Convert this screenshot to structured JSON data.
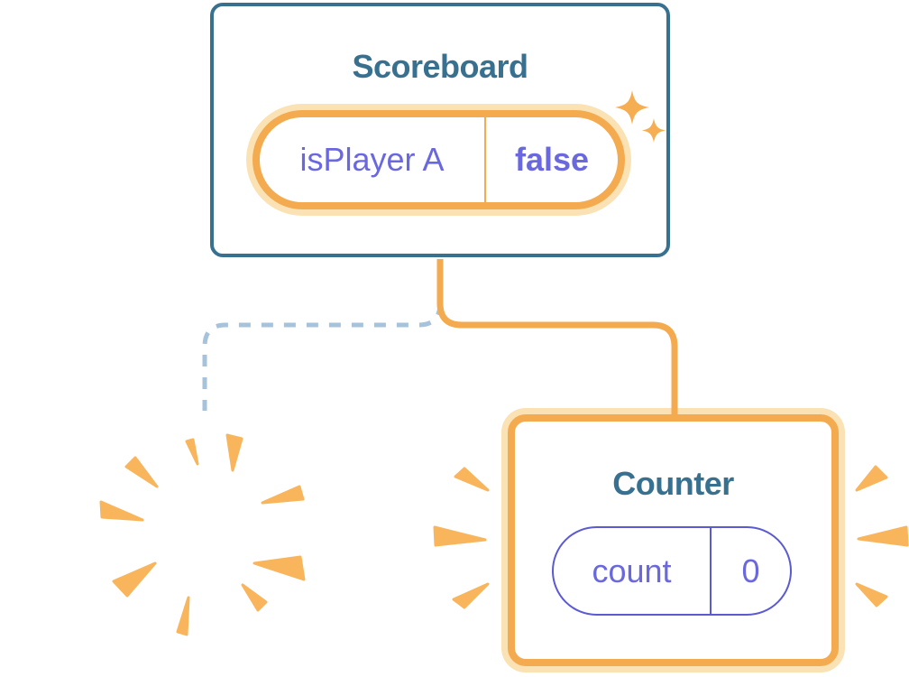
{
  "diagram": {
    "description": "Component state diagram",
    "scoreboard": {
      "title": "Scoreboard",
      "state": {
        "name": "isPlayer A",
        "value": "false"
      }
    },
    "counter": {
      "title": "Counter",
      "state": {
        "name": "count",
        "value": "0"
      }
    },
    "destroyed_card": {
      "label": ""
    }
  },
  "icons": {
    "sparkle": "sparkle-icon",
    "poof_burst": "poof-burst-icon",
    "emphasis_rays": "emphasis-rays-icon"
  },
  "colors": {
    "teal": "#38708F",
    "purple": "#6A68DE",
    "purple_border": "#5B5AD2",
    "orange": "#F4AB50",
    "orange_light": "#FBE2B4",
    "orange_burst": "#F8B55C",
    "dash_blue": "#A6C3DB"
  }
}
